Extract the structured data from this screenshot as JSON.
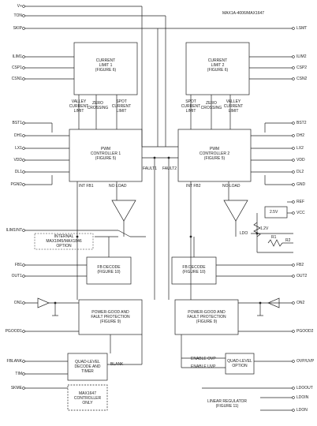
{
  "header": {
    "part_number": "MAX1A-4006/MAX1647"
  },
  "left_pins": {
    "vplus": "V+",
    "ton": "TON",
    "skip": "SKIP",
    "ilim1": "ILIM1",
    "csp1": "CSP1",
    "csn1": "CSN1",
    "bst1": "BST1",
    "dh1": "DH1",
    "lx1": "LX1",
    "vdd": "VDD",
    "dl1": "DL1",
    "pgnd": "PGND",
    "ilim_ctl": "ILIM1INT",
    "fb1": "FB1",
    "out1": "OUT1",
    "on1": "ON1",
    "pgood1": "PGOOD1",
    "fblank": "FBLANK",
    "tim": "TIM",
    "skme": "SKME"
  },
  "right_pins": {
    "lsmt": "LSMT",
    "ilim2": "ILIM2",
    "csp2": "CSP2",
    "csn2": "CSN2",
    "bst2": "BST2",
    "dh2": "DH2",
    "lx2": "LX2",
    "vdd": "VDD",
    "dl2": "DL2",
    "gnd": "GND",
    "fb2": "FB2",
    "out2": "OUT2",
    "on2": "ON2",
    "pgood2": "PGOOD2",
    "ovpuvp": "OVP/UVP",
    "ldoout": "LDOOUT",
    "ldoin": "LDOIN",
    "ldon": "LDON",
    "vcc": "VCC",
    "ref": "REF"
  },
  "blocks": {
    "current_limit_1": "CURRENT\nLIMIT 1\n(FIGURE 6)",
    "current_limit_2": "CURRENT\nLIMIT 2\n(FIGURE 6)",
    "pwm_controller_1": "PWM\nCONTROLLER 1\n(FIGURE 5)",
    "pwm_controller_2": "PWM\nCONTROLLER 2\n(FIGURE 5)",
    "fb_decode_1": "FB DECODE\n(FIGURE 10)",
    "fb_decode_2": "FB DECODE\n(FIGURE 10)",
    "power_good_1": "POWER-GOOD AND\nFAULT PROTECTION\n(FIGURE 9)",
    "power_good_2": "POWER-GOOD AND\nFAULT PROTECTION\n(FIGURE 9)",
    "quad_level": "QUAD-LEVEL\nDECODE AND\nTIMER",
    "ovp_uvp": "QUAD-LEVEL\nOPTION",
    "linear_regulator": "LINEAR REGULATOR\n(FIGURE 11)",
    "max1647_only": "MAX1647\nCONTROLLER\nONLY",
    "internal_option": "INTERNAL\nMAX1845/MAX1846\nOPTION"
  },
  "signals": {
    "valley1": "VALLEY\nCURRENT\nLIMIT",
    "zero1": "ZERO\nCROSSING",
    "spot1": "SPOT\nCURRENT\nLIMIT",
    "fault1": "FAULT1",
    "fault2": "FAULT2",
    "intfb1": "INT FB1",
    "intfb2": "INT FB2",
    "noload1": "NO LOAD",
    "noload2": "NO LOAD",
    "valley2": "VALLEY\nCURRENT\nLIMIT",
    "zero2": "ZERO\nCROSSING",
    "spot2": "SPOT\nCURRENT\nLIMIT",
    "enable_ovp": "ENABLE OVP",
    "enable_uvp": "ENABLE UVP",
    "blank": "BLANK",
    "ref_25": "2.5V",
    "ref_label": "1.2V",
    "ldo": "LDO",
    "r1": "R1",
    "r2": "R2"
  }
}
